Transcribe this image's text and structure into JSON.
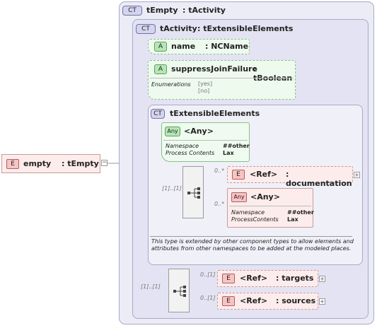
{
  "root": {
    "badge": "E",
    "name": "empty",
    "type": ": tEmpty"
  },
  "tEmpty": {
    "badge": "CT",
    "name": "tEmpty",
    "type": ": tActivity"
  },
  "tActivity": {
    "badge": "CT",
    "name": "tActivity",
    "type": ": tExtensibleElements"
  },
  "attr_name": {
    "badge": "A",
    "name": "name",
    "type": ": NCName"
  },
  "attr_suppress": {
    "badge": "A",
    "name": "suppressJoinFailure",
    "type": ": tBoolean",
    "enum_label": "Enumerations",
    "enum_values": [
      "yes",
      "no"
    ]
  },
  "tExtensible": {
    "badge": "CT",
    "name": "tExtensibleElements",
    "any_attr": {
      "badge": "Any",
      "name": "<Any>",
      "ns_label": "Namespace",
      "ns_value": "##other",
      "pc_label": "Process Contents",
      "pc_value": "Lax"
    },
    "seq_card": "[1]..[1]",
    "doc": {
      "card": "0..*",
      "badge": "E",
      "name": "<Ref>",
      "type": ": documentation"
    },
    "any_el": {
      "card": "0..*",
      "badge": "Any",
      "name": "<Any>",
      "ns_label": "Namespace",
      "ns_value": "##other",
      "pc_label": "ProcessContents",
      "pc_value": "Lax"
    },
    "note": "This type is extended by other component types to allow elements and attributes from other namespaces to be added at the modeled places."
  },
  "tEmpty_seq_card": "[1]..[1]",
  "targets": {
    "card": "0..[1]",
    "badge": "E",
    "name": "<Ref>",
    "type": ": targets"
  },
  "sources": {
    "card": "0..[1]",
    "badge": "E",
    "name": "<Ref>",
    "type": ": sources"
  }
}
